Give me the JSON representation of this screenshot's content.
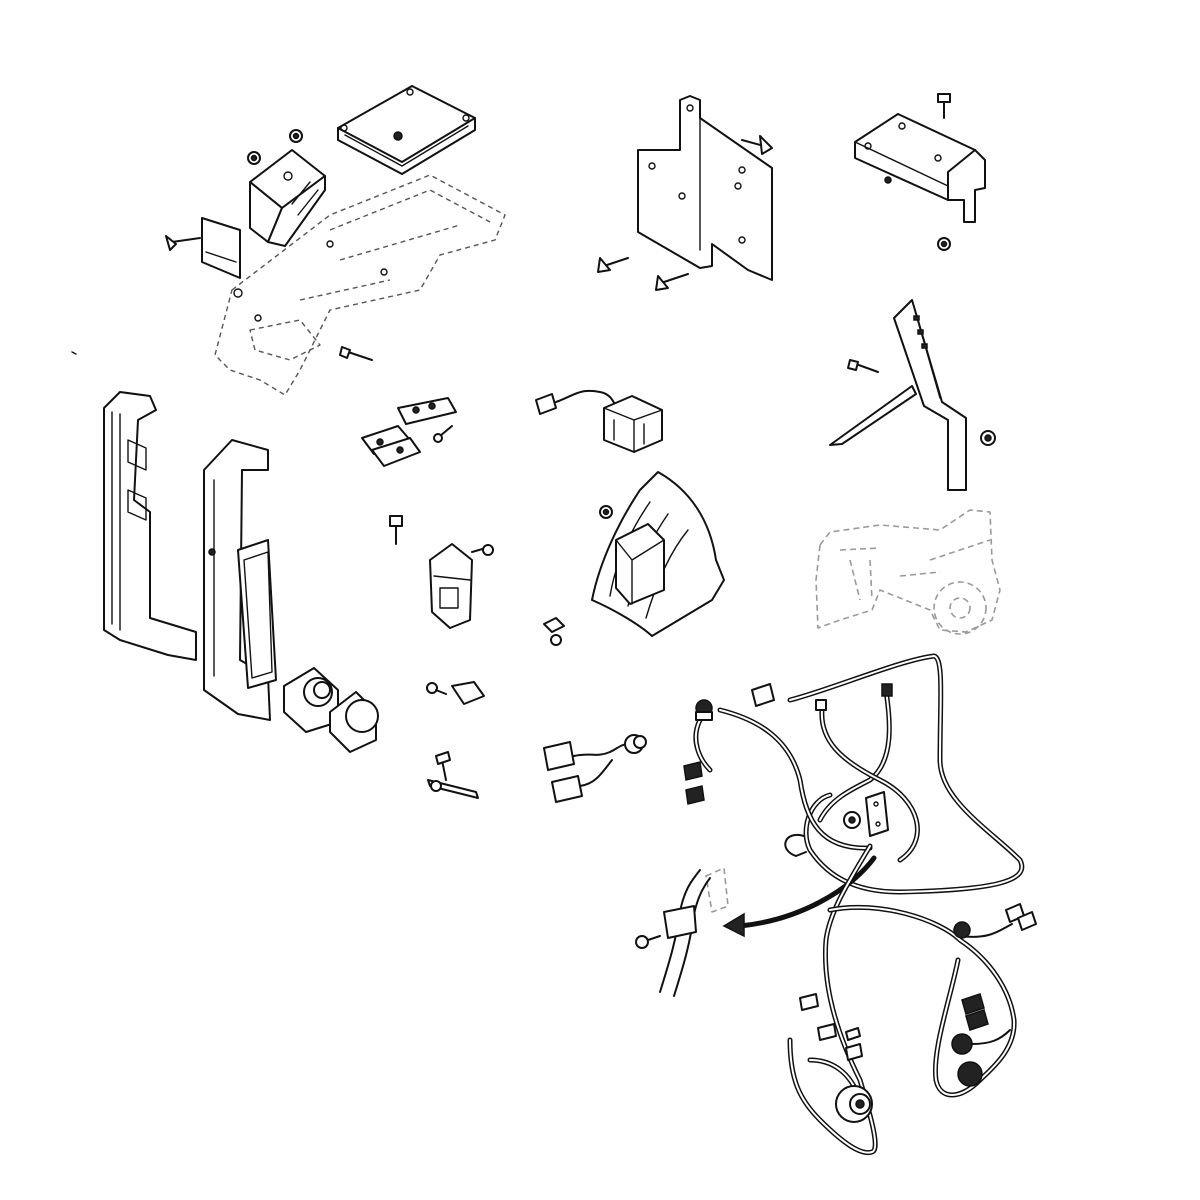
{
  "colors": {
    "ink": "#111111",
    "background": "#ffffff",
    "phantom_line": "#9a9a9a"
  },
  "parts": [
    {
      "id": "cover-plate",
      "icon": "square-plate-icon"
    },
    {
      "id": "upper-bracket",
      "icon": "bracket-icon"
    },
    {
      "id": "small-plate",
      "icon": "plate-icon"
    },
    {
      "id": "phantom-frame",
      "icon": "dashed-frame-icon"
    },
    {
      "id": "mounting-plate",
      "icon": "angle-plate-icon"
    },
    {
      "id": "angle-bracket",
      "icon": "angle-bracket-icon"
    },
    {
      "id": "side-rail",
      "icon": "rail-icon"
    },
    {
      "id": "left-panel",
      "icon": "panel-icon"
    },
    {
      "id": "center-panel",
      "icon": "panel-icon"
    },
    {
      "id": "clip-set",
      "icon": "clips-icon"
    },
    {
      "id": "solenoid-assembly",
      "icon": "solenoid-icon"
    },
    {
      "id": "control-quadrant",
      "icon": "quadrant-icon"
    },
    {
      "id": "phantom-machine",
      "icon": "dashed-machine-icon"
    },
    {
      "id": "switch-bracket",
      "icon": "switch-icon"
    },
    {
      "id": "rotary-switch",
      "icon": "rotary-switch-icon"
    },
    {
      "id": "main-harness",
      "icon": "wire-harness-icon"
    },
    {
      "id": "sub-harness",
      "icon": "connector-icon"
    },
    {
      "id": "lower-harness",
      "icon": "wire-harness-icon"
    },
    {
      "id": "hose",
      "icon": "hose-icon"
    }
  ],
  "callout_arrow": {
    "icon": "curved-arrow-icon"
  }
}
